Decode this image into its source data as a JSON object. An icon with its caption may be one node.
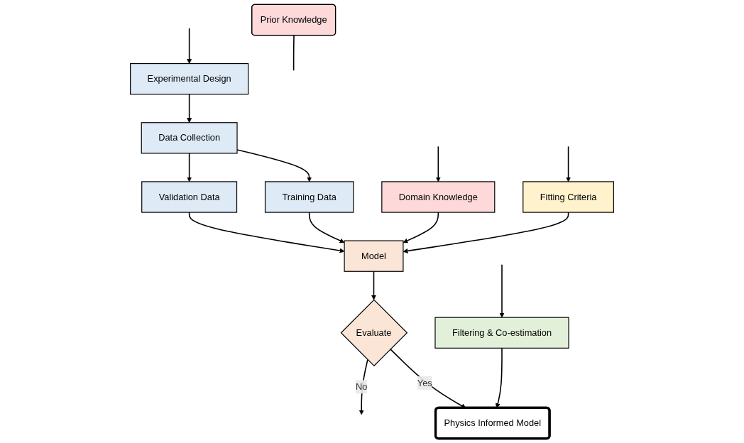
{
  "diagram": {
    "nodes": [
      {
        "text": [
          "Prior Knowledge"
        ]
      },
      {
        "text": [
          "Experimental Design"
        ]
      },
      {
        "text": [
          "Domain Knowledge"
        ]
      },
      {
        "text": [
          "Data Collection"
        ]
      },
      {
        "text": [
          "Fitting Criteria"
        ]
      },
      {
        "text": [
          "Validation Data"
        ]
      },
      {
        "text": [
          "Training Data"
        ]
      },
      {
        "text": [
          "Model"
        ]
      },
      {
        "text": [
          "Evaluate"
        ]
      },
      {
        "text": [
          "Physics Informed Model"
        ]
      },
      {
        "text": [
          "Filtering & Co-estimation"
        ]
      }
    ],
    "edges": [
      {
        "from": 0,
        "to": null,
        "arrow": "none"
      },
      {
        "from": null,
        "to": 1,
        "arrow": "to"
      },
      {
        "from": null,
        "to": 2,
        "arrow": "to"
      },
      {
        "from": null,
        "to": 4,
        "arrow": "to"
      },
      {
        "from": 1,
        "to": 3,
        "arrow": "to"
      },
      {
        "from": 3,
        "to": 5,
        "arrow": "to"
      },
      {
        "from": 3,
        "to": 6,
        "arrow": "to"
      },
      {
        "from": 5,
        "to": 7,
        "arrow": "to"
      },
      {
        "from": 6,
        "to": 7,
        "arrow": "to"
      },
      {
        "from": 2,
        "to": 7,
        "arrow": "to"
      },
      {
        "from": 4,
        "to": 7,
        "arrow": "to"
      },
      {
        "from": 7,
        "to": 8,
        "arrow": "to"
      },
      {
        "from": 8,
        "to": null,
        "arrow": "to",
        "label": "No"
      },
      {
        "from": 8,
        "to": 9,
        "arrow": "to",
        "label": "Yes"
      },
      {
        "from": 10,
        "to": 9,
        "arrow": "to"
      },
      {
        "from": null,
        "to": 10,
        "arrow": "to"
      }
    ]
  }
}
